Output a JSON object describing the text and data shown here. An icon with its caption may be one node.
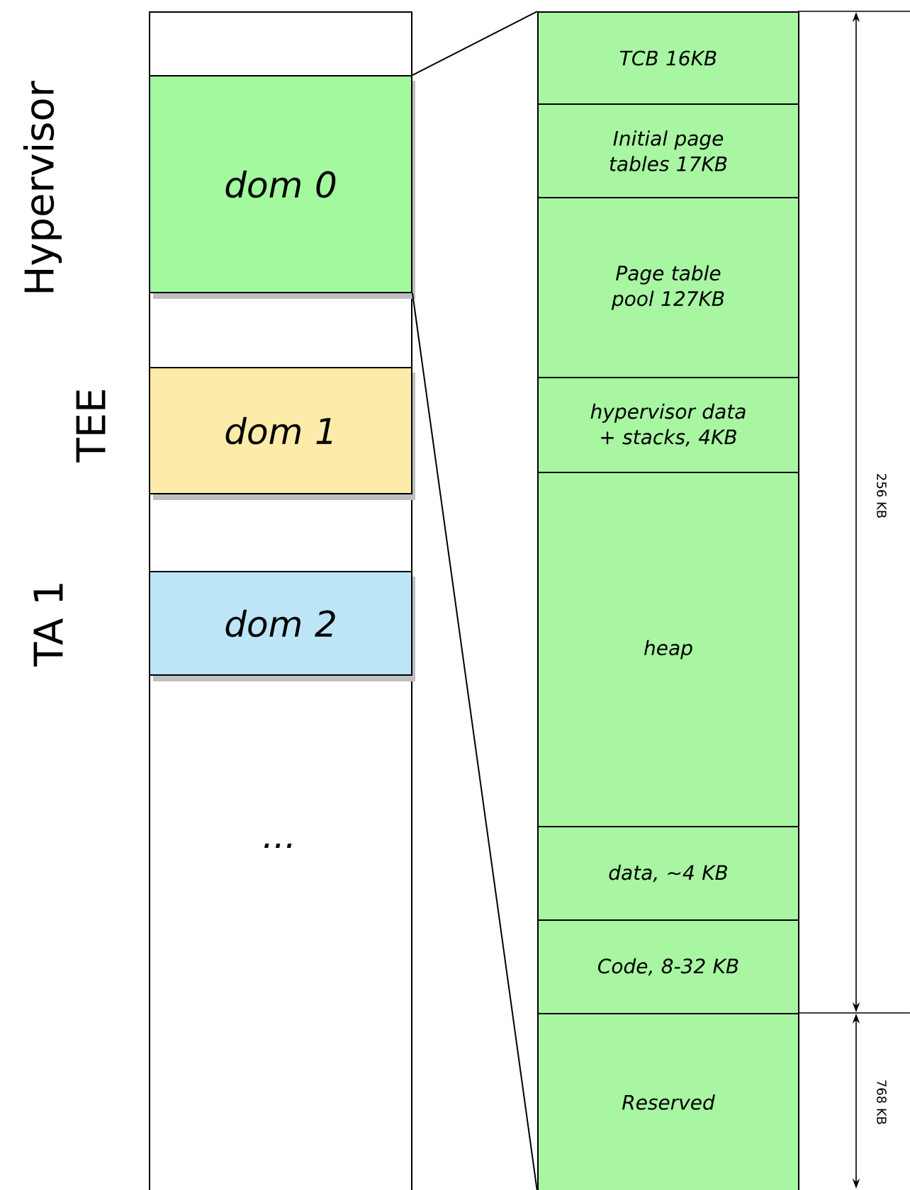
{
  "diagram": {
    "nodes": [
      {
        "text": [
          "..."
        ]
      },
      {
        "text": [
          "dom 0"
        ],
        "in": 0
      },
      {
        "text": [
          "dom 1"
        ],
        "in": 0
      },
      {
        "text": [
          "dom 2"
        ],
        "in": 0
      },
      {
        "text": [
          "TCB 16KB"
        ]
      },
      {
        "text": [
          "Initial page tables 17KB"
        ]
      },
      {
        "text": [
          "Page table pool 127KB"
        ]
      },
      {
        "text": [
          "hypervisor data + stacks, 4KB"
        ]
      },
      {
        "text": [
          "heap"
        ]
      },
      {
        "text": [
          "data, ~4 KB"
        ]
      },
      {
        "text": [
          "Code, 8-32 KB"
        ]
      },
      {
        "text": [
          "Reserved"
        ]
      }
    ],
    "edges": [
      {
        "from": 1,
        "to": 4,
        "arrow": "none"
      },
      {
        "from": 1,
        "to": 11,
        "arrow": "none"
      }
    ],
    "labels": [
      "Hypervisor",
      "TEE",
      "TA 1",
      "256 KB",
      "768 KB"
    ]
  }
}
